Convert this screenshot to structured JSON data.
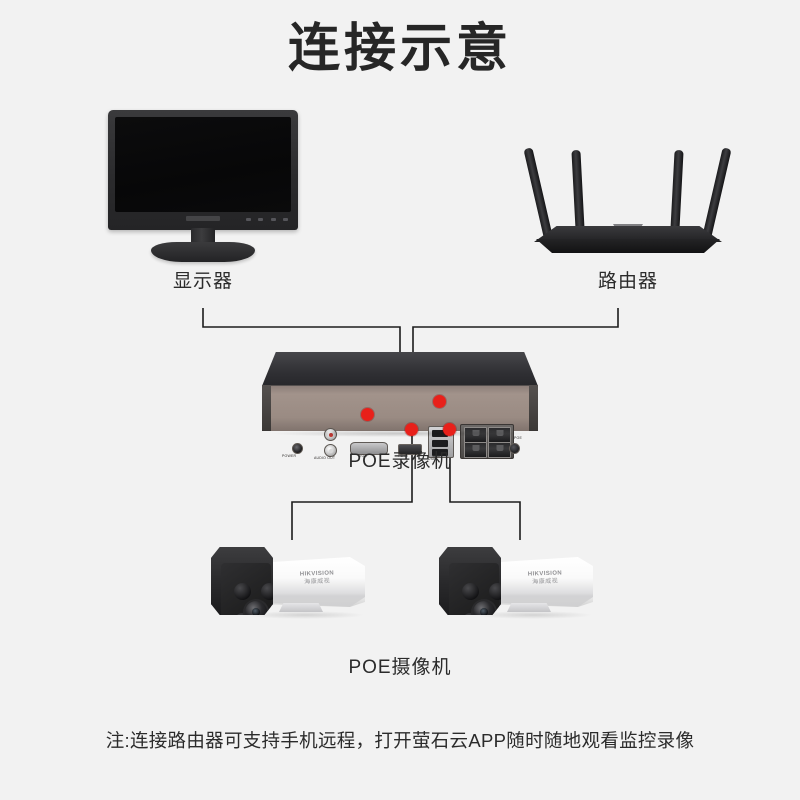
{
  "title": "连接示意",
  "background_color": "#f2f2f2",
  "accent_color": "#e8201a",
  "devices": {
    "monitor": {
      "label": "显示器",
      "icon": "monitor-icon"
    },
    "router": {
      "label": "路由器",
      "icon": "wifi-router-icon",
      "antenna_count": 4
    },
    "nvr": {
      "label": "POE录像机",
      "icon": "nvr-recorder-icon",
      "ports": {
        "power": "POWER",
        "audio_in": "AUDIO IN",
        "audio_out": "AUDIO OUT",
        "vga": "VGA",
        "hdmi": "HDMI",
        "usb": "USB",
        "poe": "POE"
      },
      "poe_port_count": 4
    },
    "camera": {
      "label": "POE摄像机",
      "icon": "bullet-camera-icon",
      "brand_en": "HIKVISION",
      "brand_cn": "海康威视",
      "count": 2,
      "ir_led_count": 4
    }
  },
  "connections": [
    {
      "name": "monitor-to-nvr-vga",
      "from": "显示器",
      "to": "POE录像机"
    },
    {
      "name": "router-to-nvr-lan",
      "from": "路由器",
      "to": "POE录像机"
    },
    {
      "name": "nvr-to-camera-left",
      "from": "POE录像机",
      "to": "POE摄像机"
    },
    {
      "name": "nvr-to-camera-right",
      "from": "POE录像机",
      "to": "POE摄像机"
    }
  ],
  "note": "注:连接路由器可支持手机远程，打开萤石云APP随时随地观看监控录像"
}
